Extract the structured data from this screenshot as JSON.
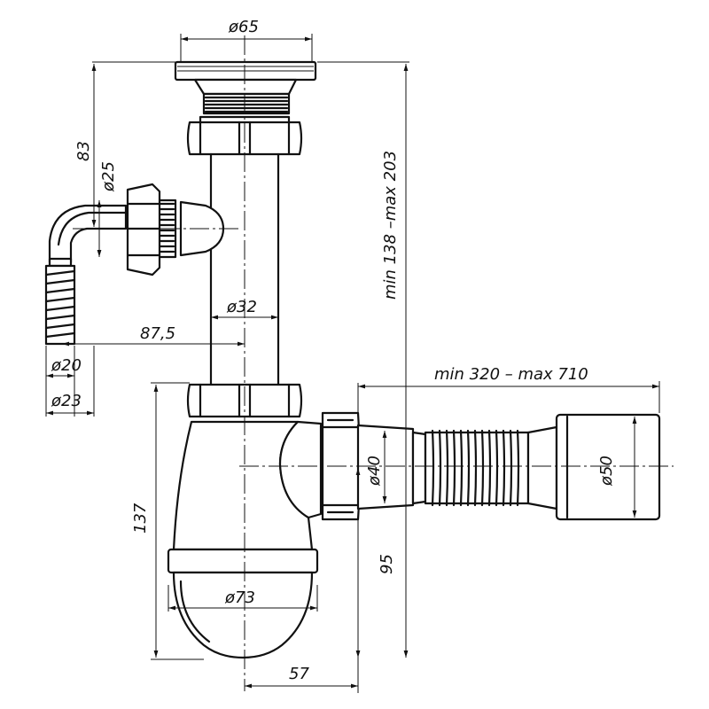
{
  "dimensions": {
    "d65": "ø65",
    "h83": "83",
    "d25": "ø25",
    "range_height": "min 138 –max 203",
    "d32": "ø32",
    "l87_5": "87,5",
    "d20": "ø20",
    "d23": "ø23",
    "range_length": "min 320 – max 710",
    "d40": "ø40",
    "d50": "ø50",
    "h137": "137",
    "h95": "95",
    "d73": "ø73",
    "w57": "57"
  }
}
